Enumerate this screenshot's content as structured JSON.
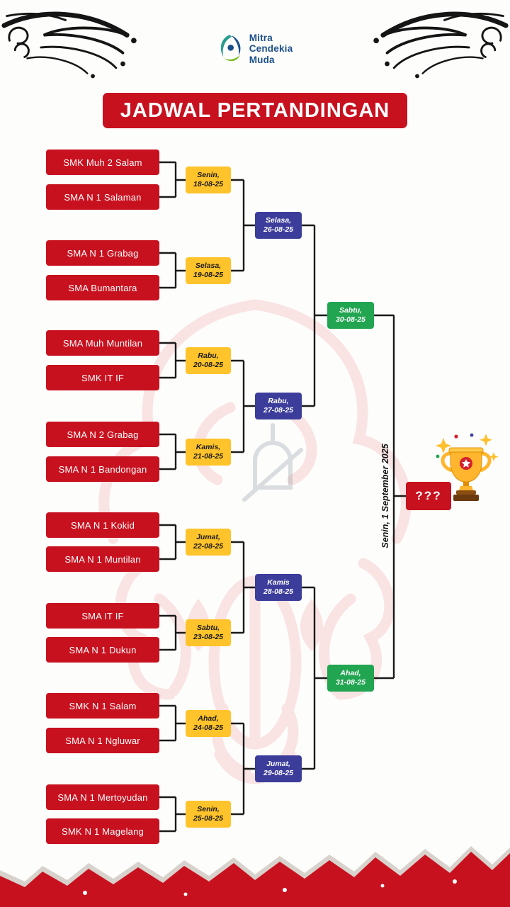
{
  "header": {
    "logo": {
      "line1": "Mitra",
      "line2": "Cendekia",
      "line3": "Muda"
    },
    "title": "JADWAL PERTANDINGAN"
  },
  "round1": [
    {
      "team_a": "SMK Muh 2 Salam",
      "team_b": "SMA N 1 Salaman",
      "day": "Senin,",
      "date": "18-08-25"
    },
    {
      "team_a": "SMA N 1 Grabag",
      "team_b": "SMA Bumantara",
      "day": "Selasa,",
      "date": "19-08-25"
    },
    {
      "team_a": "SMA Muh Muntilan",
      "team_b": "SMK IT IF",
      "day": "Rabu,",
      "date": "20-08-25"
    },
    {
      "team_a": "SMA N 2 Grabag",
      "team_b": "SMA N 1 Bandongan",
      "day": "Kamis,",
      "date": "21-08-25"
    },
    {
      "team_a": "SMA N 1 Kokid",
      "team_b": "SMA N 1 Muntilan",
      "day": "Jumat,",
      "date": "22-08-25"
    },
    {
      "team_a": "SMA IT IF",
      "team_b": "SMA N 1 Dukun",
      "day": "Sabtu,",
      "date": "23-08-25"
    },
    {
      "team_a": "SMK N 1 Salam",
      "team_b": "SMA N 1 Ngluwar",
      "day": "Ahad,",
      "date": "24-08-25"
    },
    {
      "team_a": "SMA N 1 Mertoyudan",
      "team_b": "SMK N 1 Magelang",
      "day": "Senin,",
      "date": "25-08-25"
    }
  ],
  "round2": [
    {
      "day": "Selasa,",
      "date": "26-08-25"
    },
    {
      "day": "Rabu,",
      "date": "27-08-25"
    },
    {
      "day": "Kamis",
      "date": "28-08-25"
    },
    {
      "day": "Jumat,",
      "date": "29-08-25"
    }
  ],
  "semifinals": [
    {
      "day": "Sabtu,",
      "date": "30-08-25"
    },
    {
      "day": "Ahad,",
      "date": "31-08-25"
    }
  ],
  "final": {
    "date_vertical": "Senin, 1 September 2025",
    "winner_placeholder": "???"
  },
  "colors": {
    "red": "#c8111f",
    "yellow": "#ffc32b",
    "blue": "#3c3d9b",
    "green": "#21a551",
    "logo_blue": "#1b4f8a"
  }
}
